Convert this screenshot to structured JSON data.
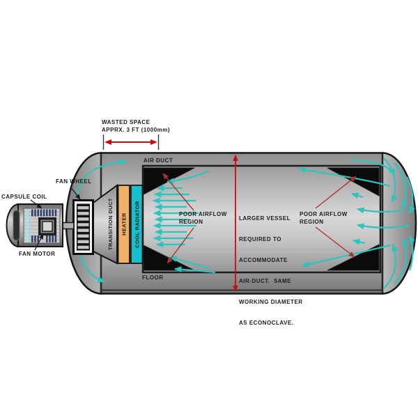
{
  "labels": {
    "wasted_space_line1": "WASTED SPACE",
    "wasted_space_line2": "APPRX. 3 FT (1000mm)",
    "capsule_coil": "CAPSULE COIL",
    "fan_wheel": "FAN WHEEL",
    "fan_motor": "FAN MOTOR",
    "air_duct": "AIR DUCT",
    "floor": "FLOOR",
    "transition_duct": "TRANSITION DUCT",
    "heater": "HEATER",
    "cool_radiator": "COOL RADIATOR",
    "poor_airflow_left_line1": "POOR AIRFLOW",
    "poor_airflow_left_line2": "REGION",
    "poor_airflow_right_line1": "POOR AIRFLOW",
    "poor_airflow_right_line2": "REGION",
    "center_note_line1": "LARGER VESSEL",
    "center_note_line2": "REQUIRED TO",
    "center_note_line3": "ACCOMMODATE",
    "center_note_line4": "AIR-DUCT.  SAME",
    "center_note_line5": "WORKING DIAMETER",
    "center_note_line6": "AS ECONOCLAVE."
  },
  "colors": {
    "airflow_arrow": "#2cc4bf",
    "dimension_arrow": "#cf0a0a",
    "callout_arrow": "#b03030",
    "heater_fill": "#f1b06a",
    "cool_radiator_fill": "#17c0ca",
    "vessel_fill_mid": "#dadada",
    "vessel_outline": "#151515",
    "baffle_triangle": "#0b0b0b"
  }
}
